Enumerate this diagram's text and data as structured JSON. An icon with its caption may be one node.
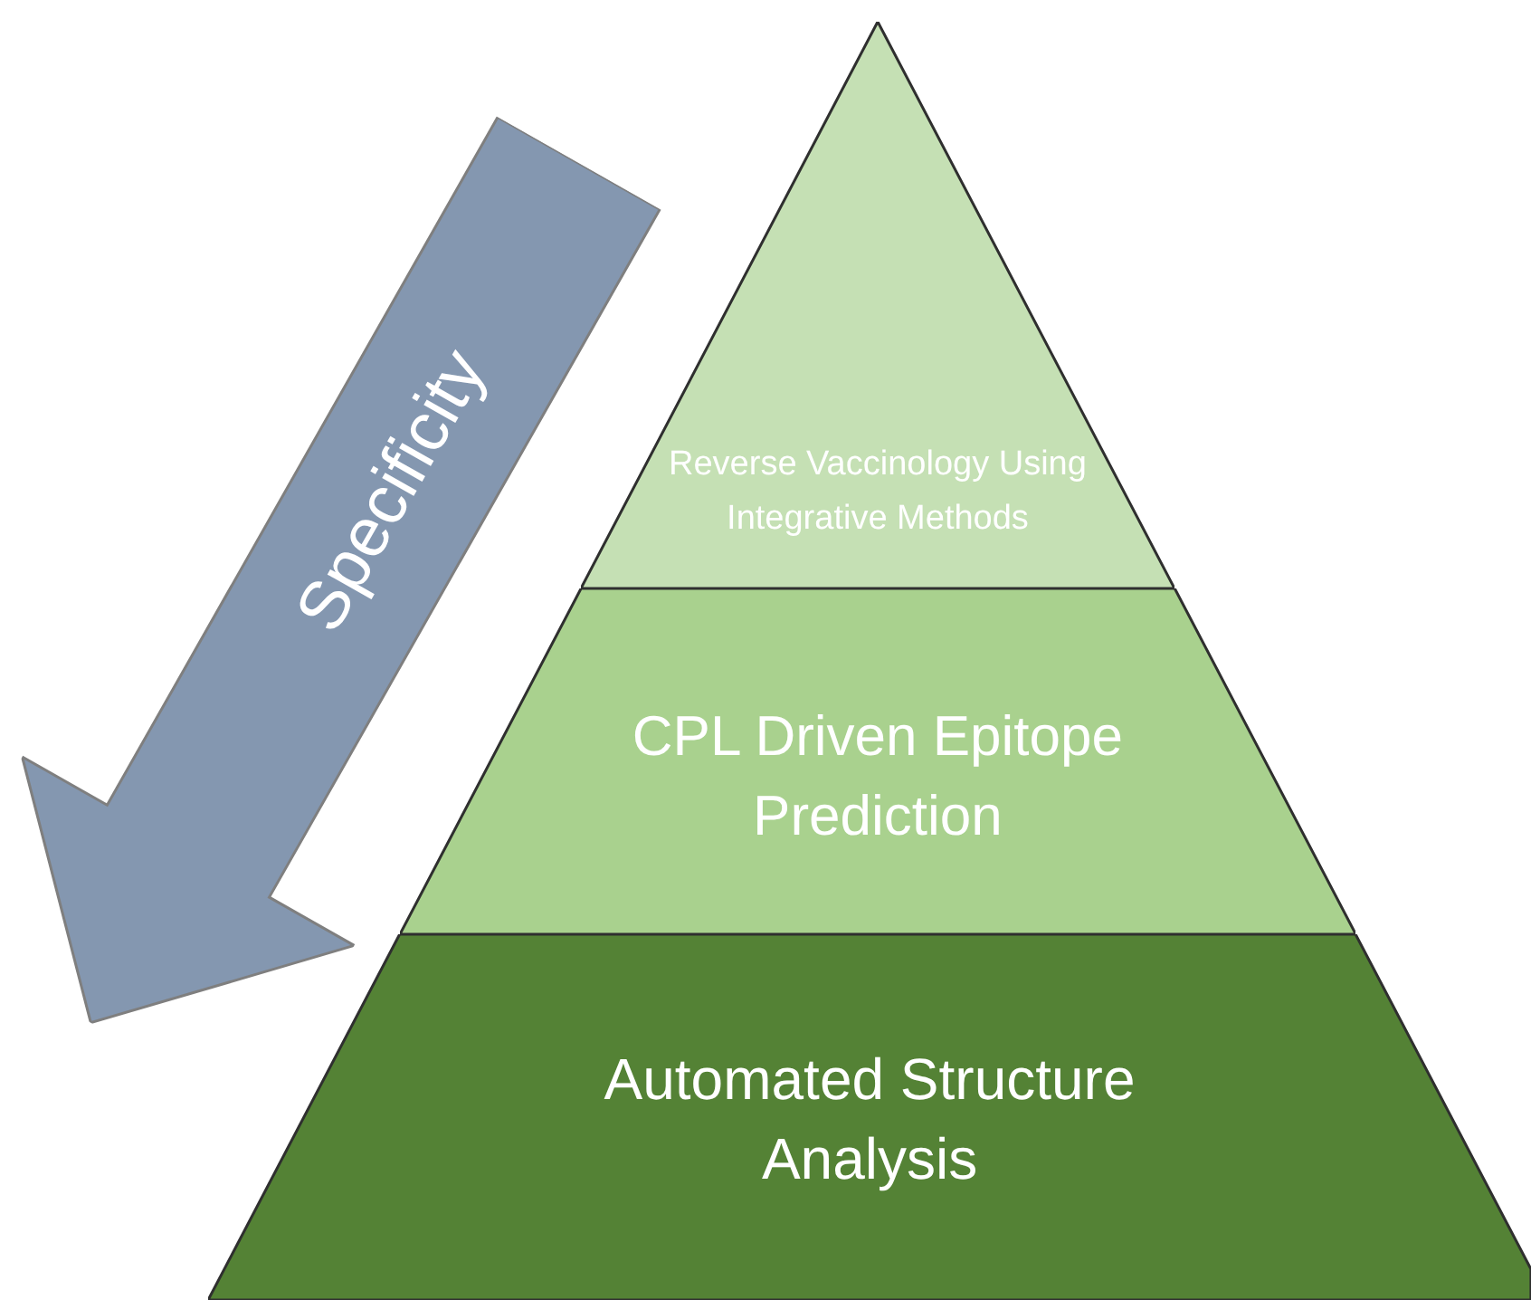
{
  "diagram": {
    "nodes": [
      {
        "text": [
          "Reverse Vaccinology Using Integrative Methods"
        ]
      },
      {
        "text": [
          "CPL Driven Epitope Prediction"
        ]
      },
      {
        "text": [
          "Automated Structure Analysis"
        ]
      },
      {
        "text": [
          "Specificity"
        ]
      }
    ]
  }
}
